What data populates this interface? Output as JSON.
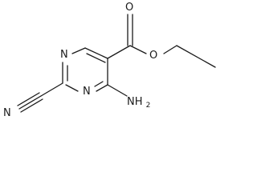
{
  "structure": {
    "atoms": {
      "n_top": "N",
      "n_bottom": "N",
      "nitrile_n": "N",
      "carbonyl_o": "O",
      "ester_o": "O",
      "amine": "NH",
      "amine_subscript": "2"
    },
    "colors": {
      "bond": "#1a1a1a",
      "text": "#1a1a1a",
      "background": "#ffffff"
    }
  }
}
